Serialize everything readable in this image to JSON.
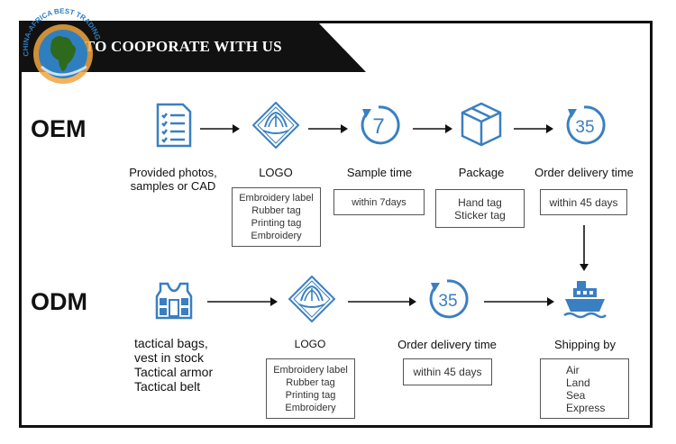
{
  "banner": {
    "title": "HOW TO COOPORATE WITH US"
  },
  "logo": {
    "text": "CHINA-AFRICA BEST TRADING PLATFORM"
  },
  "oem": {
    "label": "OEM",
    "steps": [
      {
        "icon": "document-list-icon",
        "label_lines": [
          "Provided photos,",
          "samples or CAD"
        ]
      },
      {
        "icon": "logo-emblem-icon",
        "label": "LOGO",
        "box": [
          "Embroidery label",
          "Rubber tag",
          "Printing tag",
          "Embroidery"
        ]
      },
      {
        "icon": "clock-7-icon",
        "icon_text": "7",
        "label": "Sample time",
        "box": [
          "within 7days"
        ]
      },
      {
        "icon": "package-box-icon",
        "label": "Package",
        "box": [
          "Hand tag",
          "Sticker tag"
        ]
      },
      {
        "icon": "clock-35-icon",
        "icon_text": "35",
        "label": "Order delivery time",
        "box": [
          "within 45 days"
        ]
      }
    ]
  },
  "odm": {
    "label": "ODM",
    "steps": [
      {
        "icon": "tactical-vest-icon",
        "label_lines": [
          "tactical bags,",
          "vest in stock",
          "Tactical armor",
          "Tactical belt"
        ]
      },
      {
        "icon": "logo-emblem-icon",
        "label": "LOGO",
        "box": [
          "Embroidery label",
          "Rubber tag",
          "Printing tag",
          "Embroidery"
        ]
      },
      {
        "icon": "clock-35-icon",
        "icon_text": "35",
        "label": "Order delivery time",
        "box": [
          "within 45 days"
        ]
      },
      {
        "icon": "ship-icon",
        "label": "Shipping by",
        "box": [
          "Air",
          "Land",
          "Sea",
          "Express"
        ]
      }
    ]
  },
  "colors": {
    "accent": "#3a7fc1",
    "banner": "#111111"
  }
}
